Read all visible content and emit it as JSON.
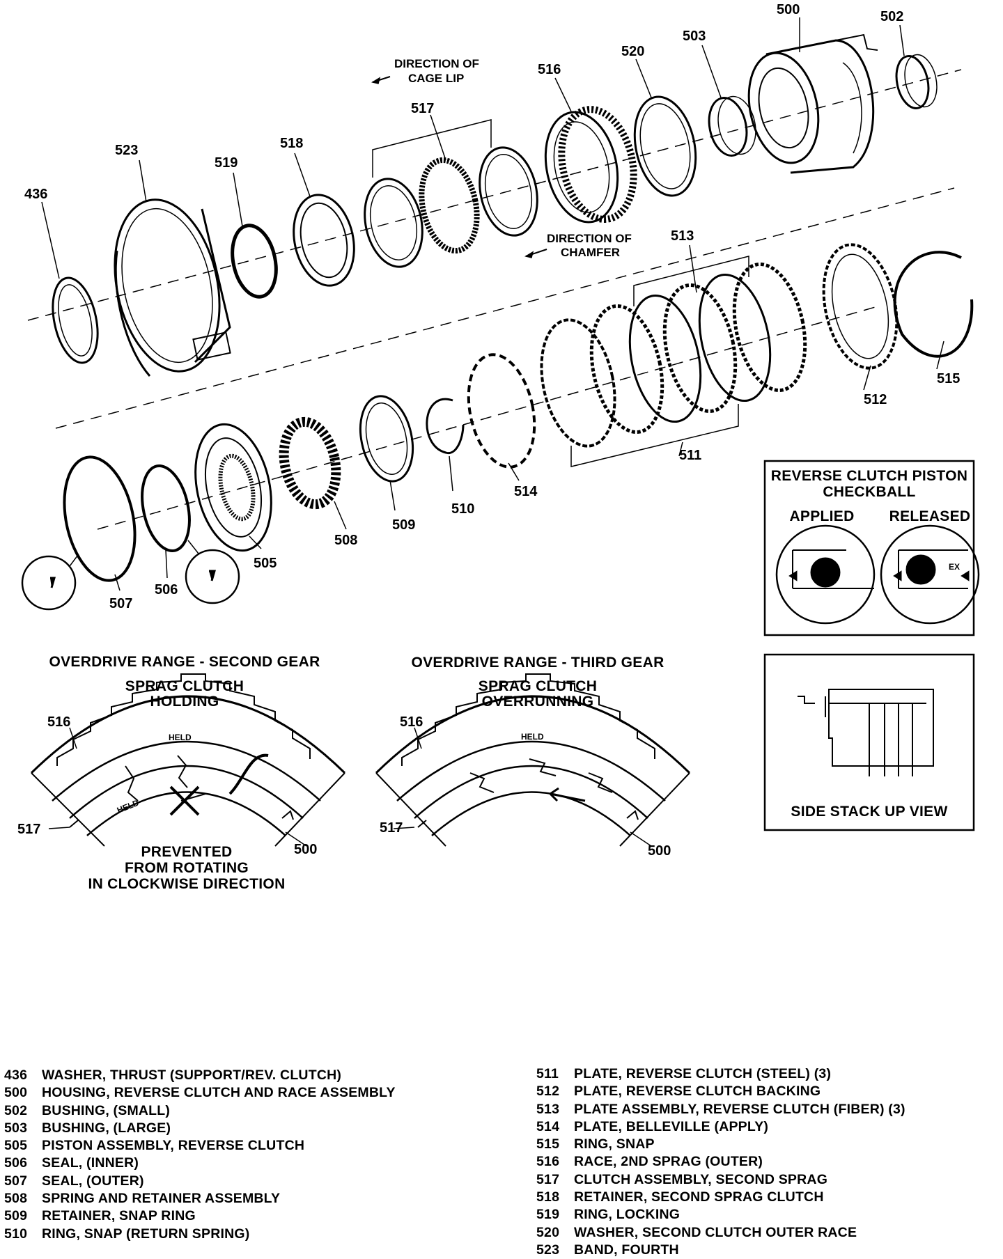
{
  "callouts": {
    "c436": "436",
    "c523": "523",
    "c519": "519",
    "c518": "518",
    "c517": "517",
    "c516": "516",
    "c520": "520",
    "c503": "503",
    "c500": "500",
    "c502": "502",
    "c513": "513",
    "c515": "515",
    "c512": "512",
    "c511": "511",
    "c514": "514",
    "c510": "510",
    "c509": "509",
    "c508": "508",
    "c505": "505",
    "c506": "506",
    "c507": "507"
  },
  "annotations": {
    "cage_lip_1": "DIRECTION OF",
    "cage_lip_2": "CAGE LIP",
    "chamfer_1": "DIRECTION OF",
    "chamfer_2": "CHAMFER"
  },
  "checkball_box": {
    "title_1": "REVERSE CLUTCH PISTON",
    "title_2": "CHECKBALL",
    "applied": "APPLIED",
    "released": "RELEASED",
    "ex": "EX"
  },
  "stack_box": {
    "caption": "SIDE STACK UP VIEW"
  },
  "second_gear": {
    "title": "OVERDRIVE RANGE - SECOND GEAR",
    "sub_1": "SPRAG CLUTCH",
    "sub_2": "HOLDING",
    "held_outer": "HELD",
    "held_inner": "HELD",
    "label_516": "516",
    "label_517": "517",
    "label_500": "500",
    "note_1": "PREVENTED",
    "note_2": "FROM ROTATING",
    "note_3": "IN CLOCKWISE DIRECTION"
  },
  "third_gear": {
    "title": "OVERDRIVE RANGE - THIRD GEAR",
    "sub_1": "SPRAG CLUTCH",
    "sub_2": "OVERRUNNING",
    "held": "HELD",
    "label_516": "516",
    "label_517": "517",
    "label_500": "500"
  },
  "legend_left": [
    {
      "num": "436",
      "desc": "WASHER, THRUST (SUPPORT/REV. CLUTCH)"
    },
    {
      "num": "500",
      "desc": "HOUSING, REVERSE CLUTCH AND RACE ASSEMBLY"
    },
    {
      "num": "502",
      "desc": "BUSHING, (SMALL)"
    },
    {
      "num": "503",
      "desc": "BUSHING, (LARGE)"
    },
    {
      "num": "505",
      "desc": "PISTON ASSEMBLY, REVERSE CLUTCH"
    },
    {
      "num": "506",
      "desc": "SEAL, (INNER)"
    },
    {
      "num": "507",
      "desc": "SEAL, (OUTER)"
    },
    {
      "num": "508",
      "desc": "SPRING AND RETAINER ASSEMBLY"
    },
    {
      "num": "509",
      "desc": "RETAINER, SNAP RING"
    },
    {
      "num": "510",
      "desc": "RING, SNAP (RETURN SPRING)"
    }
  ],
  "legend_right": [
    {
      "num": "511",
      "desc": "PLATE, REVERSE CLUTCH (STEEL) (3)"
    },
    {
      "num": "512",
      "desc": "PLATE, REVERSE CLUTCH BACKING"
    },
    {
      "num": "513",
      "desc": "PLATE ASSEMBLY, REVERSE CLUTCH (FIBER) (3)"
    },
    {
      "num": "514",
      "desc": "PLATE, BELLEVILLE (APPLY)"
    },
    {
      "num": "515",
      "desc": "RING, SNAP"
    },
    {
      "num": "516",
      "desc": "RACE, 2ND SPRAG (OUTER)"
    },
    {
      "num": "517",
      "desc": "CLUTCH ASSEMBLY, SECOND SPRAG"
    },
    {
      "num": "518",
      "desc": "RETAINER, SECOND SPRAG CLUTCH"
    },
    {
      "num": "519",
      "desc": "RING, LOCKING"
    },
    {
      "num": "520",
      "desc": "WASHER, SECOND CLUTCH OUTER RACE"
    },
    {
      "num": "523",
      "desc": "BAND, FOURTH"
    }
  ]
}
